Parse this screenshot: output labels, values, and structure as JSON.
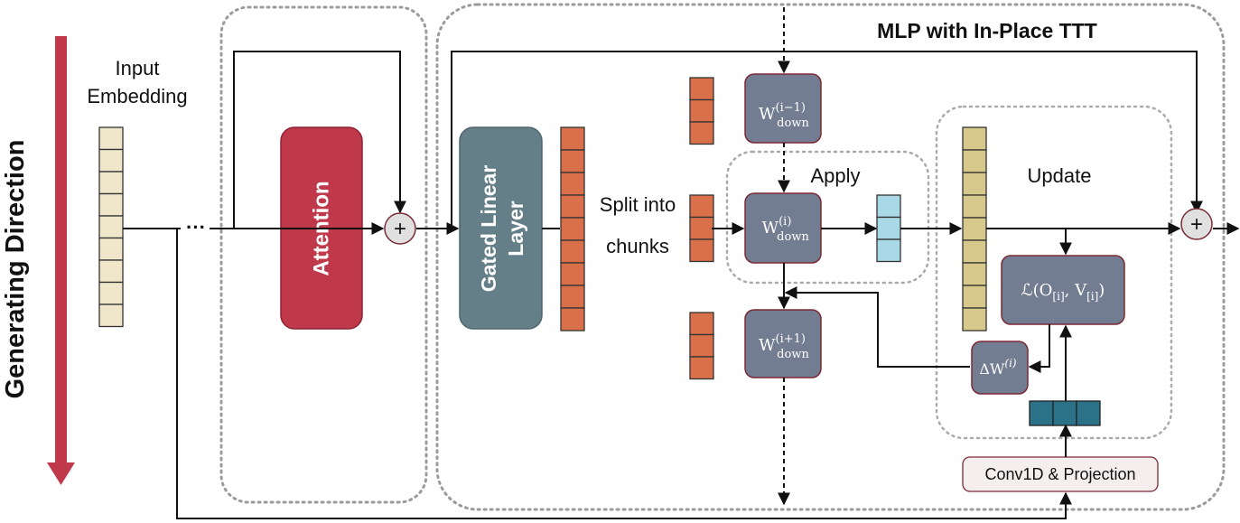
{
  "direction_label": "Generating Direction",
  "input_label": {
    "line1": "Input",
    "line2": "Embedding"
  },
  "ellipsis": "···",
  "attention_label": "Attention",
  "plus_symbol": "+",
  "mlp_title": "MLP with In-Place TTT",
  "gated_label": {
    "line1": "Gated Linear",
    "line2": "Layer"
  },
  "split_label": {
    "line1": "Split into",
    "line2": "chunks"
  },
  "apply_label": "Apply",
  "update_label": "Update",
  "w_prev": {
    "base": "W",
    "sup": "(i−1)",
    "sub": "down"
  },
  "w_cur": {
    "base": "W",
    "sup": "(i)",
    "sub": "down"
  },
  "w_next": {
    "base": "W",
    "sup": "(i+1)",
    "sub": "down"
  },
  "loss": {
    "prefix": "ℒ(O",
    "sub1": "[i]",
    "mid": ", V",
    "sub2": "[i]",
    "suffix": ")"
  },
  "delta": {
    "base": "ΔW",
    "sup": "(i)"
  },
  "conv_label": "Conv1D & Projection",
  "colors": {
    "arrow_red": "#c0394b",
    "attention": "#c0394b",
    "gated": "#647f88",
    "w_block": "#727d92",
    "orange": "#d9704a",
    "beige": "#f0e6ca",
    "light_blue": "#a9d9e6",
    "khaki": "#d7c98b",
    "teal": "#2b7288",
    "plus_fill": "#e0e0e0",
    "conv_fill": "#f5eeee",
    "dotted": "#9b9b9b"
  }
}
